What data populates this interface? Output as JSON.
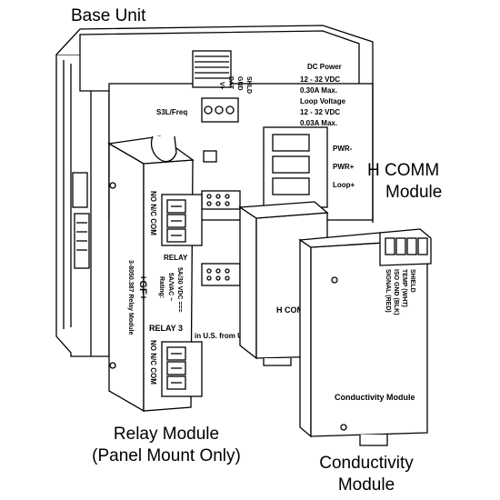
{
  "callouts": {
    "base_unit": "Base Unit",
    "h_comm_module_line1": "H COMM",
    "h_comm_module_line2": "Module",
    "relay_module_line1": "Relay Module",
    "relay_module_line2": "(Panel Mount Only)",
    "conductivity_module_line1": "Conductivity",
    "conductivity_module_line2": "Module"
  },
  "base_unit": {
    "terminal_labels": [
      "SHLD",
      "GND",
      "DAT",
      "V+"
    ],
    "s3l_label": "S3L/Freq",
    "dc_power_title": "DC Power",
    "dc_power_range": "12 - 32  VDC",
    "dc_power_current": "0.30A  Max.",
    "loop_voltage_title": "Loop Voltage",
    "loop_voltage_range": "12 - 32  VDC",
    "loop_voltage_current": "0.03A  Max.",
    "pwr_minus": "PWR-",
    "pwr_plus": "PWR+",
    "loop_plus": "Loop+",
    "made_in": "in U.S. from U"
  },
  "relay_module": {
    "upper_terminals": "NO  N/C  COM",
    "relay_upper": "RELAY",
    "part_number": "3-8050.387 Relay Module",
    "brand": "+GF+",
    "rating_title": "Rating:",
    "rating_ac": "5A/VAC ~",
    "rating_dc": "5A/30 VDC ===",
    "relay_lower": "RELAY  3",
    "lower_terminals": "NO  N/C  COM"
  },
  "h_comm_module": {
    "label": "H COM"
  },
  "conductivity_module": {
    "label": "Conductivity Module",
    "terminal_lines": [
      "SHIELD",
      "TEMP (WHT)",
      "ISO GND (BLK)",
      "SIGNAL (RED)"
    ]
  }
}
